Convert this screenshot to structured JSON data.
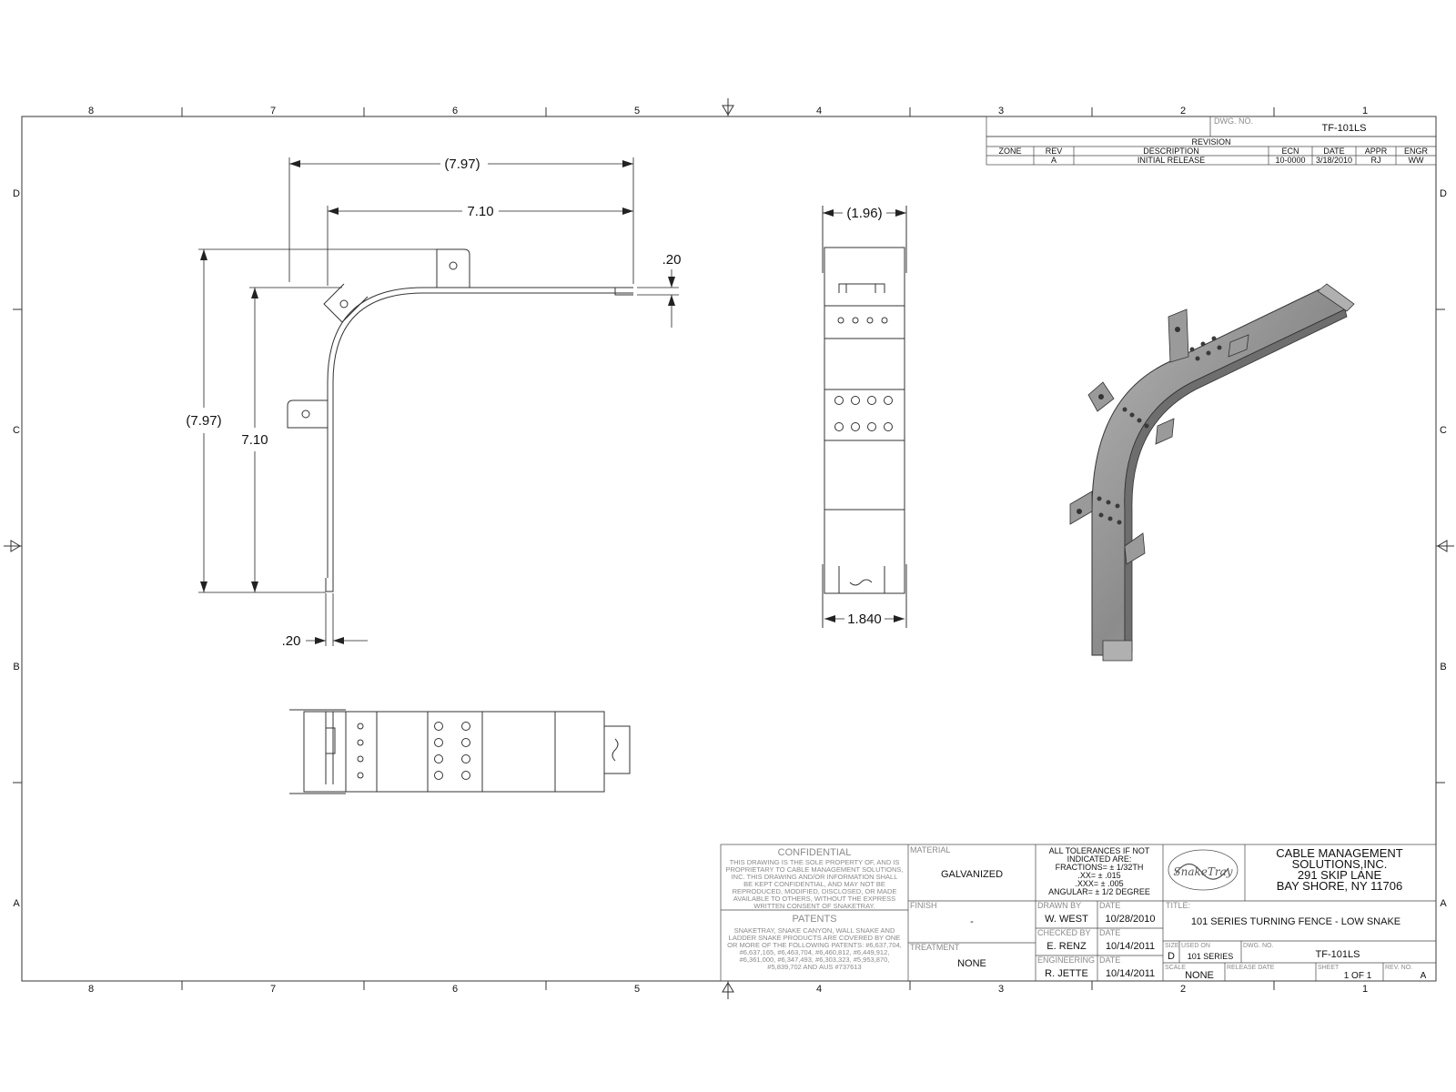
{
  "border": {
    "cols": [
      "8",
      "7",
      "6",
      "5",
      "4",
      "3",
      "2",
      "1"
    ],
    "rows": [
      "D",
      "C",
      "B",
      "A"
    ]
  },
  "dims": {
    "top_overall": "(7.97)",
    "top_inner": "7.10",
    "right_offset": ".20",
    "left_overall": "(7.97)",
    "left_inner": "7.10",
    "bottom_offset": ".20",
    "side_width": "(1.96)",
    "side_bottom": "1.840"
  },
  "dwg_no_box": {
    "label": "DWG. NO.",
    "value": "TF-101LS"
  },
  "revision": {
    "title": "REVISION",
    "headers": [
      "ZONE",
      "REV",
      "DESCRIPTION",
      "ECN",
      "DATE",
      "APPR",
      "ENGR"
    ],
    "row": [
      "",
      "A",
      "INITIAL RELEASE",
      "10-0000",
      "3/18/2010",
      "RJ",
      "WW"
    ]
  },
  "title_block": {
    "confidential_title": "CONFIDENTIAL",
    "confidential_lines": [
      "THIS DRAWING IS THE SOLE PROPERTY OF, AND IS",
      "PROPRIETARY TO CABLE MANAGEMENT SOLUTIONS,",
      "INC. THIS DRAWING AND/OR INFORMATION SHALL",
      "BE KEPT CONFIDENTIAL, AND MAY NOT BE",
      "REPRODUCED, MODIFIED, DISCLOSED, OR MADE",
      "AVAILABLE TO OTHERS, WITHOUT THE EXPRESS",
      "WRITTEN CONSENT OF SNAKETRAY."
    ],
    "patents_title": "PATENTS",
    "patents_lines": [
      "SNAKETRAY, SNAKE CANYON, WALL SNAKE AND",
      "LADDER SNAKE PRODUCTS ARE COVERED BY ONE",
      "OR MORE OF THE FOLLOWING PATENTS: #6,637,704,",
      "#6,637,165, #6,463,704, #6,460,812, #6,449,912,",
      "#6,361,000, #6,347,493, #6,303,323, #5,953,870,",
      "#5,839,702 AND AUS #737613"
    ],
    "material_label": "MATERIAL",
    "material_value": "GALVANIZED",
    "finish_label": "FINISH",
    "finish_value": "-",
    "treatment_label": "TREATMENT",
    "treatment_value": "NONE",
    "tolerance_lines": [
      "ALL TOLERANCES IF NOT",
      "INDICATED ARE:",
      "FRACTIONS= ± 1/32TH",
      ".XX= ± .015",
      ".XXX= ± .005",
      "ANGULAR= ± 1/2 DEGREE"
    ],
    "drawn_by_label": "DRAWN BY",
    "drawn_by": "W. WEST",
    "drawn_date_label": "DATE",
    "drawn_date": "10/28/2010",
    "checked_by_label": "CHECKED BY",
    "checked_by": "E. RENZ",
    "checked_date_label": "DATE",
    "checked_date": "10/14/2011",
    "engineering_label": "ENGINEERING",
    "engineering": "R. JETTE",
    "eng_date_label": "DATE",
    "eng_date": "10/14/2011",
    "logo_text": "SnakeTray",
    "company_lines": [
      "CABLE MANAGEMENT",
      "SOLUTIONS,INC.",
      "291 SKIP LANE",
      "BAY SHORE, NY 11706"
    ],
    "title_label": "TITLE:",
    "title": "101 SERIES TURNING FENCE - LOW SNAKE",
    "size_label": "SIZE",
    "size": "D",
    "used_on_label": "USED ON",
    "used_on": "101 SERIES",
    "dwg_no_label": "DWG. NO.",
    "dwg_no": "TF-101LS",
    "scale_label": "SCALE",
    "scale": "NONE",
    "release_label": "RELEASE DATE",
    "release": "",
    "sheet_label": "SHEET",
    "sheet": "1 OF 1",
    "rev_label": "REV. NO.",
    "rev": "A"
  }
}
